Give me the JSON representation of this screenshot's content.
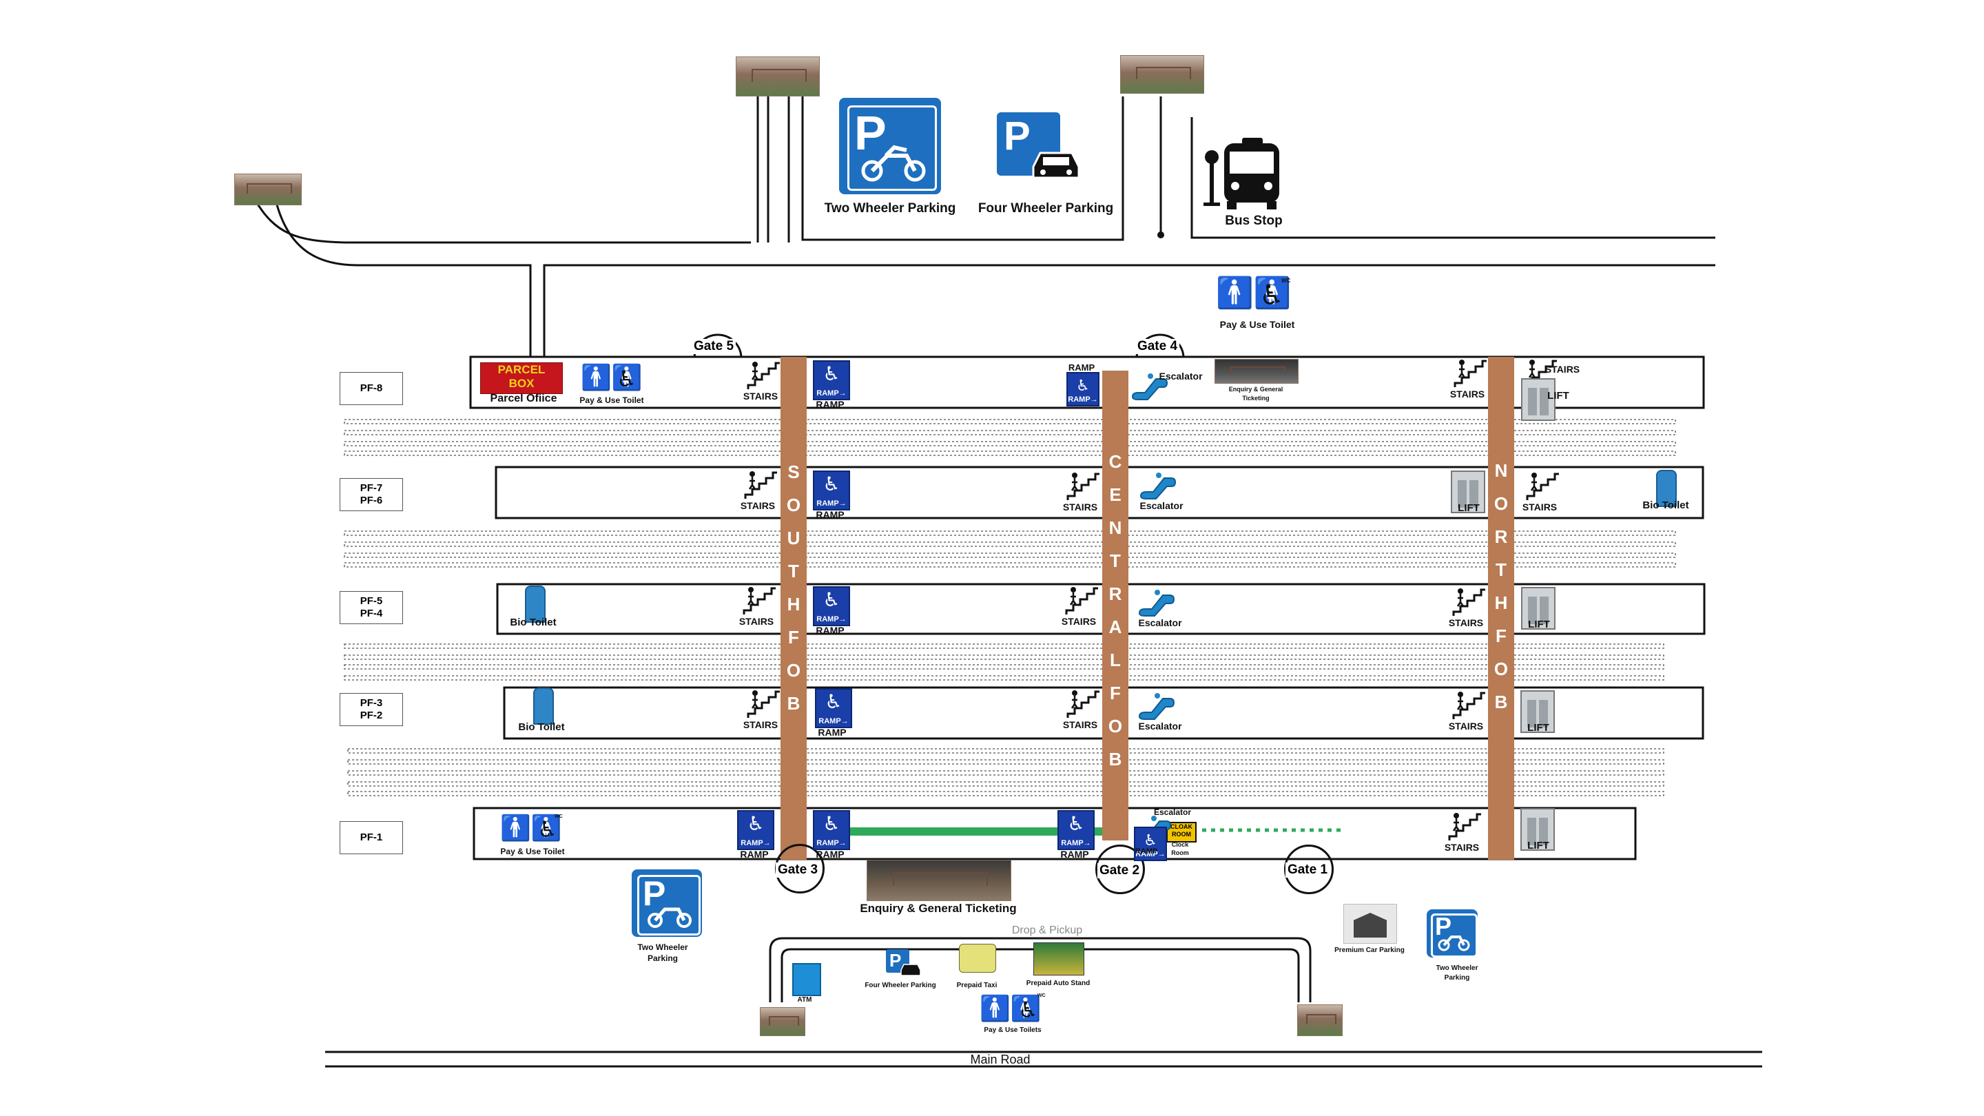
{
  "colors": {
    "fob": "#b87b53",
    "parking_blue": "#1e6fbf",
    "ramp_blue": "#1a3fa8",
    "parcel_red": "#c4161c",
    "parcel_text": "#f2d21b",
    "green_path": "#2faa5a",
    "track": "#7a7a7a"
  },
  "top": {
    "two_wheeler_parking": "Two Wheeler Parking",
    "four_wheeler_parking": "Four Wheeler Parking",
    "bus_stop": "Bus Stop",
    "pay_use_toilet": "Pay & Use Toilet",
    "wc": "WC"
  },
  "gates": {
    "gate5": "Gate 5",
    "gate4": "Gate 4",
    "gate3": "Gate 3",
    "gate2": "Gate 2",
    "gate1": "Gate 1"
  },
  "platforms": {
    "pf8": "PF-8",
    "pf7": "PF-7",
    "pf6": "PF-6",
    "pf5": "PF-5",
    "pf4": "PF-4",
    "pf3": "PF-3",
    "pf2": "PF-2",
    "pf1": "PF-1"
  },
  "fobs": {
    "south": [
      "S",
      "O",
      "U",
      "T",
      "H",
      "F",
      "O",
      "B"
    ],
    "central": [
      "C",
      "E",
      "N",
      "T",
      "R",
      "A",
      "L",
      "F",
      "O",
      "B"
    ],
    "north": [
      "N",
      "O",
      "R",
      "T",
      "H",
      "F",
      "O",
      "B"
    ]
  },
  "labels": {
    "parcel_box_1": "PARCEL",
    "parcel_box_2": "BOX",
    "parcel_office": "Parcel Ofiice",
    "pay_use_toilet": "Pay & Use Toilet",
    "stairs": "STAIRS",
    "ramp": "RAMP",
    "ramp_sign": "RAMP→",
    "escalator": "Escalator",
    "enquiry_small": "Enquiry & General",
    "ticketing_small": "Ticketing",
    "lift": "LIFT",
    "bio_toilet": "Bio Toilet",
    "cloak_1": "CLOAK",
    "cloak_2": "ROOM",
    "clock_room_1": "Clock",
    "clock_room_2": "Room",
    "wc": "WC"
  },
  "bottom": {
    "enquiry_ticketing": "Enquiry & General Ticketing",
    "two_wheeler_1": "Two Wheeler",
    "two_wheeler_2": "Parking",
    "drop_pickup": "Drop & Pickup",
    "atm": "ATM",
    "four_wheeler_parking": "Four Wheeler Parking",
    "prepaid_taxi": "Prepaid Taxi",
    "prepaid_auto": "Prepaid Auto Stand",
    "pay_use_toilets": "Pay & Use Toilets",
    "premium_car_parking": "Premium Car Parking",
    "two_wheeler_r1": "Two Wheeler",
    "two_wheeler_r2": "Parking",
    "main_road": "Main Road"
  },
  "icons": [
    "two-wheeler-parking-icon",
    "four-wheeler-parking-icon",
    "bus-stop-icon",
    "toilet-icon",
    "wheelchair-icon",
    "stairs-icon",
    "ramp-icon",
    "escalator-icon",
    "lift-icon",
    "bio-toilet-icon",
    "atm-icon",
    "taxi-icon",
    "auto-icon",
    "garage-icon"
  ]
}
